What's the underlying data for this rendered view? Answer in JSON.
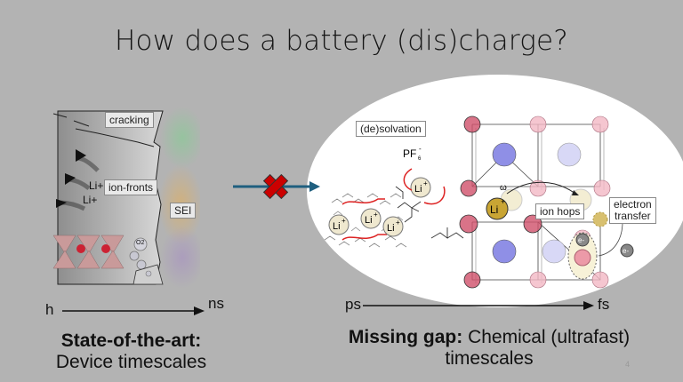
{
  "slide": {
    "title": "How does a battery (dis)charge?",
    "page_number": "4"
  },
  "left_panel": {
    "labels": {
      "cracking": "cracking",
      "ion_fronts": "ion-fronts",
      "sei": "SEI",
      "li_ion_1": "Li+",
      "li_ion_2": "Li+",
      "oxygen": "O2"
    },
    "timeline": {
      "start": "h",
      "end": "ns"
    },
    "caption": {
      "bold": "State-of-the-art:",
      "regular": "Device timescales"
    }
  },
  "connector": {
    "icon": "blocked-arrow-icon",
    "arrow_color": "#1f5f7f",
    "cross_color": "#cc0000"
  },
  "right_panel": {
    "labels": {
      "desolvation": "(de)solvation",
      "pf6": "PF6-",
      "ion_hops": "ion hops",
      "electron_transfer_line1": "electron",
      "electron_transfer_line2": "transfer",
      "omega": "ω",
      "li": "Li+",
      "electron": "e-"
    },
    "timeline": {
      "start": "ps",
      "end": "fs"
    },
    "caption": {
      "bold": "Missing gap:",
      "regular_line1": "Chemical (ultrafast)",
      "regular_line2": "timescales"
    }
  },
  "colors": {
    "background": "#b3b3b3",
    "highlight_ellipse": "#ffffff",
    "li_ion_fill": "#efe8cf",
    "li_active_fill": "#c9a534",
    "oxygen_red": "#d0506a",
    "oxygen_pink": "#f2b8c4",
    "metal_blue": "#8f8fe6",
    "metal_lavender": "#d8d8f6"
  }
}
